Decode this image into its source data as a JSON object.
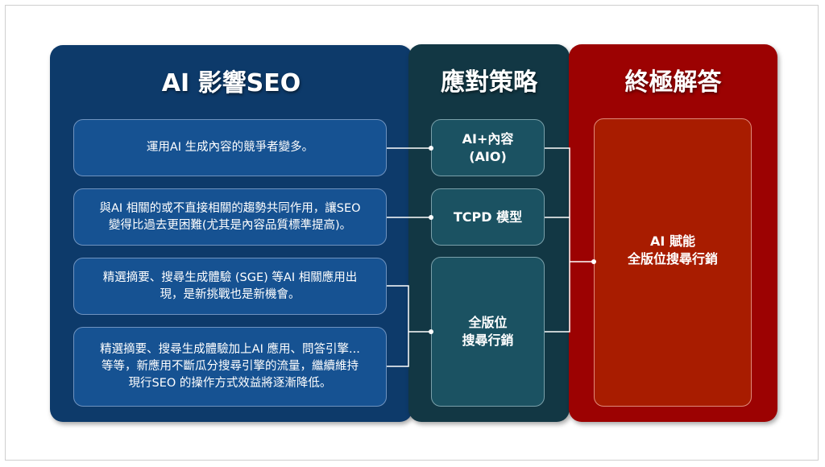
{
  "columns": {
    "impact": {
      "title": "AI 影響SEO",
      "items": [
        "運用AI 生成內容的競爭者變多。",
        "與AI 相關的或不直接相關的趨勢共同作用，讓SEO\n變得比過去更困難(尤其是內容品質標準提高)。",
        "精選摘要、搜尋生成體驗 (SGE) 等AI 相關應用出\n現，是新挑戰也是新機會。",
        "精選摘要、搜尋生成體驗加上AI 應用、問答引擎...\n等等，新應用不斷瓜分搜尋引擎的流量，繼續維持\n現行SEO 的操作方式效益將逐漸降低。"
      ]
    },
    "strategy": {
      "title": "應對策略",
      "items": [
        "AI+內容\n(AIO)",
        "TCPD 模型",
        "全版位\n搜尋行銷"
      ]
    },
    "answer": {
      "title": "終極解答",
      "item": "AI 賦能\n全版位搜尋行銷"
    }
  },
  "colors": {
    "impact": "#0d3a6a",
    "strategy": "#123744",
    "answer": "#9c0202"
  }
}
